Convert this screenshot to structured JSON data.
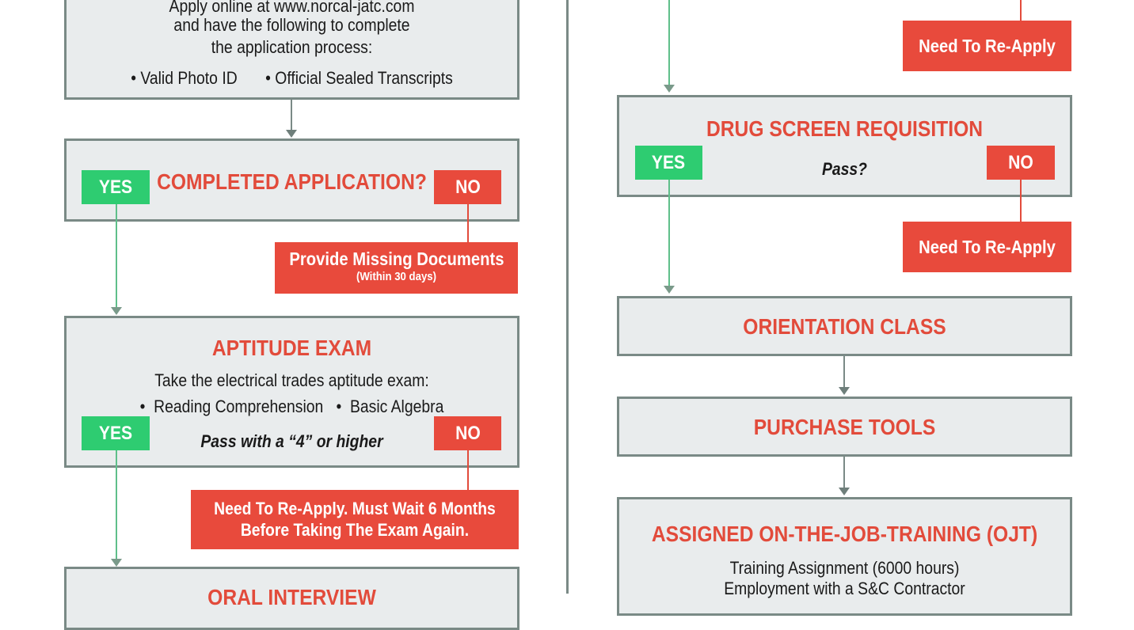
{
  "left": {
    "apply_box": {
      "line1": "Apply online at www.norcal-jatc.com",
      "line2": "and have the following to complete",
      "line3": "the application process:",
      "bullet1": "•  Valid Photo ID",
      "bullet2": "• Official Sealed Transcripts"
    },
    "completed_application": {
      "title": "COMPLETED APPLICATION?",
      "yes": "YES",
      "no": "NO",
      "no_result_line1": "Provide Missing Documents",
      "no_result_line2": "(Within 30 days)"
    },
    "aptitude_exam": {
      "title": "APTITUDE EXAM",
      "line1": "Take the electrical trades aptitude exam:",
      "bullets": "•  Reading Comprehension   •  Basic Algebra",
      "pass_text": "Pass with a “4” or higher",
      "yes": "YES",
      "no": "NO",
      "no_result_line1": "Need To Re-Apply. Must Wait 6 Months",
      "no_result_line2": "Before Taking The Exam Again."
    },
    "oral_interview": {
      "title": "ORAL INTERVIEW"
    }
  },
  "right": {
    "top_no_result": "Need To Re-Apply",
    "drug_screen": {
      "title": "DRUG SCREEN REQUISITION",
      "question": "Pass?",
      "yes": "YES",
      "no": "NO",
      "no_result": "Need To Re-Apply"
    },
    "orientation": {
      "title": "ORIENTATION CLASS"
    },
    "purchase_tools": {
      "title": "PURCHASE TOOLS"
    },
    "ojt": {
      "title": "ASSIGNED ON-THE-JOB-TRAINING (OJT)",
      "line1": "Training Assignment (6000 hours)",
      "line2": "Employment with a S&C Contractor"
    }
  },
  "colors": {
    "box_fill": "#e9eced",
    "box_border": "#7a8a86",
    "title_red": "#e24b3b",
    "yes_green": "#2ecc71",
    "no_red": "#e84a3c"
  }
}
